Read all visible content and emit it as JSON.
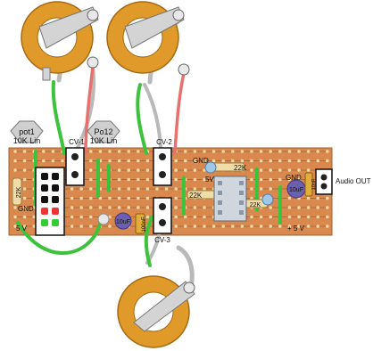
{
  "pots": [
    {
      "label_line1": "pot1",
      "label_line2": "10K Lin"
    },
    {
      "label_line1": "Po12",
      "label_line2": "10K Lin"
    }
  ],
  "cv_labels": [
    "CV-1",
    "CV-2",
    "CV-3"
  ],
  "resistor_labels": [
    "22K",
    "22K",
    "22K",
    "22K"
  ],
  "cap_labels": [
    "10uF",
    "10uF",
    "100nF",
    "10nF"
  ],
  "power_labels": {
    "gnd_a": "GND",
    "gnd_b": "GND",
    "gnd_c": "GND",
    "v5_a": "5V",
    "v5_b": "5 V",
    "v5_c": "+ 5 V"
  },
  "output": {
    "label": "Audio OUT"
  },
  "colors": {
    "stripboard": "#d9894e",
    "strip_line": "#b06a34",
    "hole": "#f3d9a8",
    "pot_body": "#e09a2a",
    "wire_green": "#3cc23c",
    "wire_red": "#e8716e",
    "wire_grey": "#b9b9b9",
    "resistor": "#f0dca8",
    "cap_blue": "#9ec7ea",
    "cap_purple": "#6a5fb0"
  }
}
